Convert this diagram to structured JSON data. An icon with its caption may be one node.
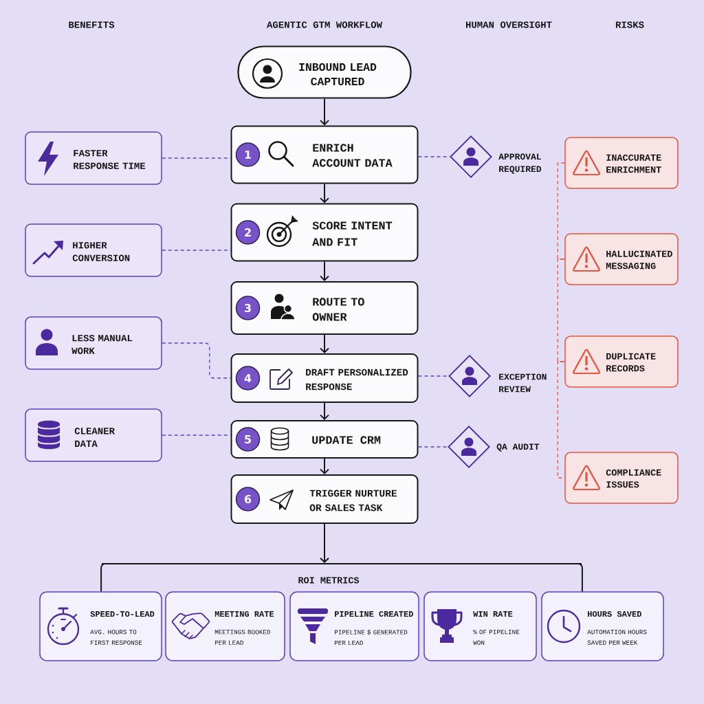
{
  "diagram": {
    "nodes": [
      {
        "text": [
          "INBOUND LEAD CAPTURED"
        ]
      },
      {
        "text": [
          "ENRICH ACCOUNT DATA"
        ]
      },
      {
        "text": [
          "1"
        ],
        "in": 1
      },
      {
        "text": [
          "SCORE INTENT AND FIT"
        ]
      },
      {
        "text": [
          "2"
        ],
        "in": 3
      },
      {
        "text": [
          "ROUTE TO OWNER"
        ]
      },
      {
        "text": [
          "3"
        ],
        "in": 5
      },
      {
        "text": [
          "DRAFT PERSONALIZED RESPONSE"
        ]
      },
      {
        "text": [
          "4"
        ],
        "in": 7
      },
      {
        "text": [
          "UPDATE CRM"
        ]
      },
      {
        "text": [
          "5"
        ],
        "in": 9
      },
      {
        "text": [
          "TRIGGER NURTURE OR SALES TASK"
        ]
      },
      {
        "text": [
          "6"
        ],
        "in": 11
      },
      {
        "text": [
          "FASTER RESPONSE TIME"
        ]
      },
      {
        "text": [
          "HIGHER CONVERSION"
        ]
      },
      {
        "text": [
          "LESS MANUAL WORK"
        ]
      },
      {
        "text": [
          "CLEANER DATA"
        ]
      },
      {
        "text": [],
        "shape": "diamond",
        "beside": [
          "APPROVAL REQUIRED"
        ]
      },
      {
        "text": [],
        "shape": "diamond",
        "beside": [
          "EXCEPTION REVIEW"
        ]
      },
      {
        "text": [],
        "shape": "diamond",
        "beside": [
          "QA AUDIT"
        ]
      },
      {
        "text": [
          "INACCURATE ENRICHMENT"
        ]
      },
      {
        "text": [
          "HALLUCINATED MESSAGING"
        ]
      },
      {
        "text": [
          "DUPLICATE RECORDS"
        ]
      },
      {
        "text": [
          "COMPLIANCE ISSUES"
        ]
      },
      {
        "text": [],
        "shape": "bar"
      },
      {
        "text": [
          "SPEED-TO-LEAD",
          "AVG. HOURS TO FIRST RESPONSE"
        ]
      },
      {
        "text": [
          "MEETING RATE",
          "MEETINGS BOOKED PER LEAD"
        ]
      },
      {
        "text": [
          "PIPELINE CREATED",
          "PIPELINE $ GENERATED PER LEAD"
        ]
      },
      {
        "text": [
          "WIN RATE",
          "% OF PIPELINE WON"
        ]
      },
      {
        "text": [
          "HOURS SAVED",
          "AUTOMATION HOURS SAVED PER WEEK"
        ]
      }
    ],
    "edges": [
      {
        "from": 0,
        "to": 1,
        "arrow": "to"
      },
      {
        "from": 1,
        "to": 3,
        "arrow": "to"
      },
      {
        "from": 3,
        "to": 5,
        "arrow": "to"
      },
      {
        "from": 5,
        "to": 7,
        "arrow": "to"
      },
      {
        "from": 7,
        "to": 9,
        "arrow": "to"
      },
      {
        "from": 9,
        "to": 11,
        "arrow": "to"
      },
      {
        "from": 11,
        "to": 24,
        "arrow": "to"
      },
      {
        "from": 13,
        "to": 1,
        "arrow": "none",
        "style": "dashed",
        "color": "#5b42b8"
      },
      {
        "from": 14,
        "to": 3,
        "arrow": "none",
        "style": "dashed",
        "color": "#5b42b8"
      },
      {
        "from": 15,
        "to": 7,
        "arrow": "none",
        "style": "dashed",
        "color": "#5b42b8"
      },
      {
        "from": 16,
        "to": 9,
        "arrow": "none",
        "style": "dashed",
        "color": "#5b42b8"
      },
      {
        "from": 1,
        "to": 17,
        "arrow": "none",
        "style": "dashed",
        "color": "#5b42b8"
      },
      {
        "from": 7,
        "to": 18,
        "arrow": "none",
        "style": "dashed",
        "color": "#5b42b8"
      },
      {
        "from": 9,
        "to": 19,
        "arrow": "none",
        "style": "dashed",
        "color": "#5b42b8"
      },
      {
        "from": 20,
        "to": 21,
        "arrow": "none",
        "style": "dashed",
        "color": "#e4553e"
      },
      {
        "from": 21,
        "to": 22,
        "arrow": "none",
        "style": "dashed",
        "color": "#e4553e"
      },
      {
        "from": 22,
        "to": 23,
        "arrow": "none",
        "style": "dashed",
        "color": "#e4553e"
      },
      {
        "from": 24,
        "to": 25,
        "arrow": "none"
      },
      {
        "from": 24,
        "to": 29,
        "arrow": "none"
      }
    ],
    "labels": [
      "BENEFITS",
      "AGENTIC GTM WORKFLOW",
      "HUMAN OVERSIGHT",
      "RISKS",
      "ROI METRICS"
    ]
  }
}
